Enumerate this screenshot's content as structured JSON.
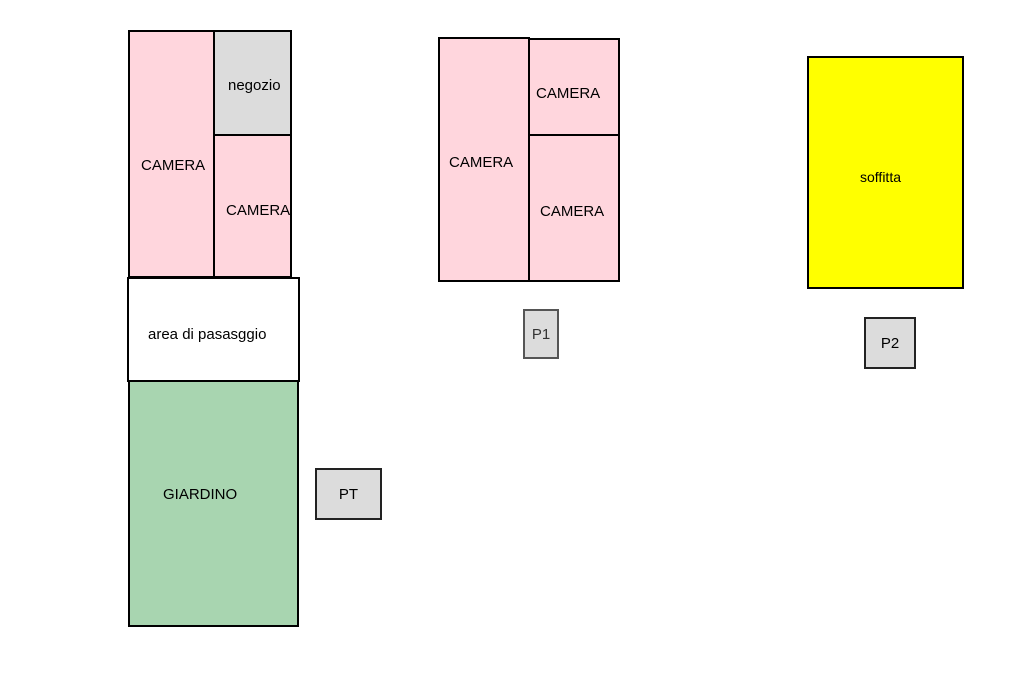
{
  "colors": {
    "camera": "#ffd6dd",
    "negozio": "#dcdcdc",
    "passaggio": "#ffffff",
    "giardino": "#a8d5b0",
    "soffitta": "#ffff00",
    "tag": "#dcdcdc"
  },
  "ground_floor": {
    "tag": "PT",
    "rooms": {
      "camera_left": "CAMERA",
      "negozio": "negozio",
      "camera_right": "CAMERA",
      "passaggio": "area di pasasggio",
      "giardino": "GIARDINO"
    }
  },
  "first_floor": {
    "tag": "P1",
    "rooms": {
      "camera_left": "CAMERA",
      "camera_top": "CAMERA",
      "camera_bottom": "CAMERA"
    }
  },
  "second_floor": {
    "tag": "P2",
    "rooms": {
      "soffitta": "soffitta"
    }
  }
}
